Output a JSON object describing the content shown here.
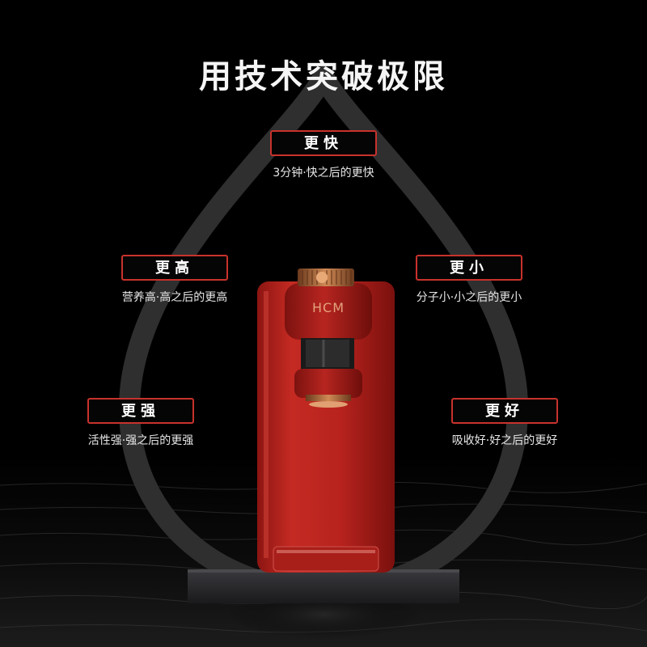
{
  "title": "用技术突破极限",
  "brand_logo": "HCM",
  "features": [
    {
      "label": "更快",
      "desc": "3分钟·快之后的更快"
    },
    {
      "label": "更高",
      "desc": "营养高·高之后的更高"
    },
    {
      "label": "更小",
      "desc": "分子小·小之后的更小"
    },
    {
      "label": "更强",
      "desc": "活性强·强之后的更强"
    },
    {
      "label": "更好",
      "desc": "吸收好·好之后的更好"
    }
  ],
  "colors": {
    "accent_red": "#c8322c",
    "machine_red": "#b8231e",
    "copper": "#c07a4a",
    "background": "#000000",
    "drop_ring": "#3a3a3a"
  },
  "icons": [
    "water-drop-outline",
    "water-dispenser-machine"
  ]
}
